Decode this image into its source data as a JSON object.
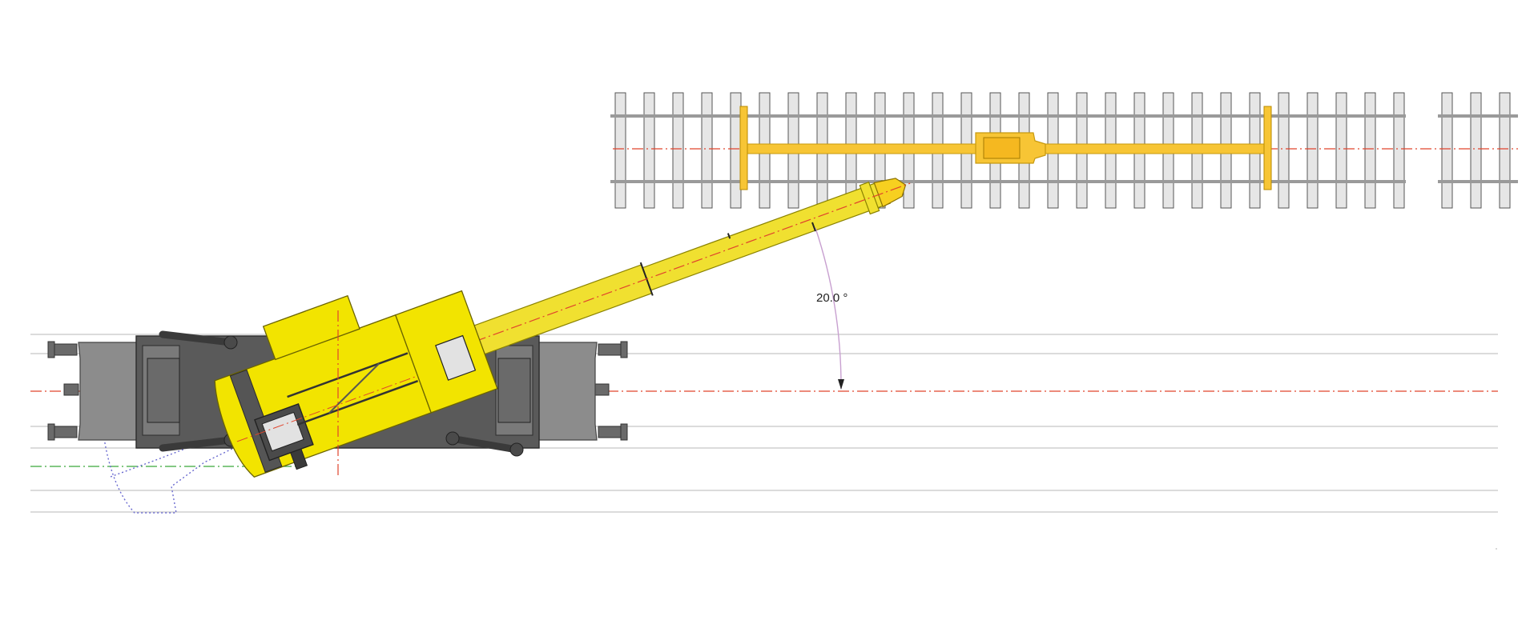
{
  "annotation": {
    "angle_label": "20.0 °"
  },
  "colors": {
    "crane_yellow": "#f2e400",
    "boom_yellow": "#f0e030",
    "beam_orange": "#f7c535",
    "chassis_dark": "#5a5a5a",
    "bogie_gray": "#8c8c8c",
    "sleeper_fill": "#e6e6e6",
    "rail_line": "#aaaaaa",
    "centerline_red": "#e0442c",
    "centerline_green": "#3aa63a",
    "swing_path_blue": "#6a6ad0",
    "dimension_purple": "#c8a0d0"
  },
  "icons": [
    "crane-wagon",
    "telescopic-boom",
    "track-panel",
    "angle-dimension"
  ]
}
